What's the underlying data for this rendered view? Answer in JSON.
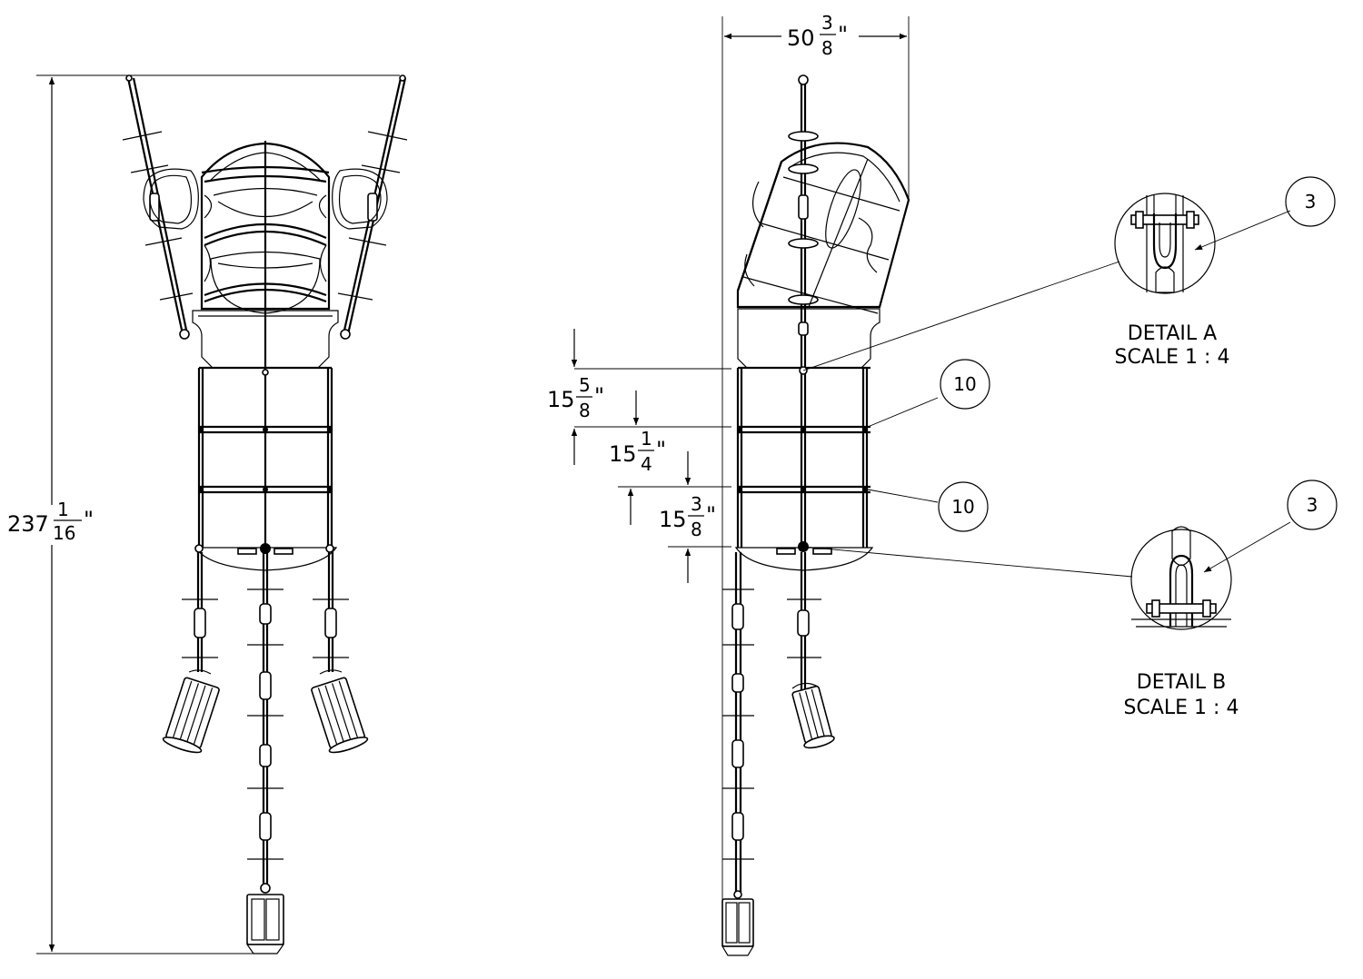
{
  "dimensions": {
    "overall_height": {
      "whole": "237",
      "num": "1",
      "den": "16",
      "unit": "\""
    },
    "overall_width": {
      "whole": "50",
      "num": "3",
      "den": "8",
      "unit": "\""
    },
    "seg1": {
      "whole": "15",
      "num": "5",
      "den": "8",
      "unit": "\""
    },
    "seg2": {
      "whole": "15",
      "num": "1",
      "den": "4",
      "unit": "\""
    },
    "seg3": {
      "whole": "15",
      "num": "3",
      "den": "8",
      "unit": "\""
    }
  },
  "details": {
    "a": {
      "title": "DETAIL A",
      "scale": "SCALE 1 : 4"
    },
    "b": {
      "title": "DETAIL B",
      "scale": "SCALE 1 : 4"
    }
  },
  "balloons": {
    "a": "3",
    "b": "3",
    "ring1": "10",
    "ring2": "10"
  }
}
